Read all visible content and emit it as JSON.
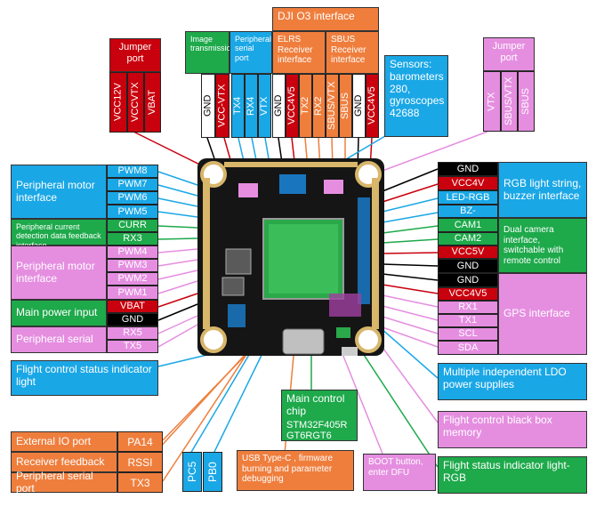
{
  "top": {
    "jumper_left": {
      "title": "Jumper port",
      "pins": [
        "VCC12V",
        "VCCVTX",
        "VBAT"
      ]
    },
    "image_tx": {
      "title": "Image transmission",
      "pins": [
        "GND",
        "VCC-VTX"
      ]
    },
    "periph_serial": {
      "title": "Peripheral serial port",
      "pins": [
        "TX4",
        "RX4",
        "VTX"
      ]
    },
    "o3": {
      "title": "DJI O3 interface"
    },
    "elrs": {
      "title": "ELRS Receiver interface",
      "pins": [
        "GND",
        "VCC4V5",
        "TX2",
        "RX2"
      ]
    },
    "sbus": {
      "title": "SBUS Receiver interface",
      "pins": [
        "SBUS/VTX",
        "SBUS",
        "GND",
        "VCC4V5"
      ]
    },
    "sensors": {
      "title": "Sensors: barometers 280, gyroscopes 42688"
    },
    "jumper_right": {
      "title": "Jumper port",
      "pins": [
        "VTX",
        "SBUS/VTX",
        "SBUS"
      ]
    }
  },
  "left": {
    "motor1": {
      "title": "Peripheral motor interface",
      "pins": [
        "PWM8",
        "PWM7",
        "PWM6",
        "PWM5"
      ]
    },
    "current": {
      "title": "Peripheral current detection data feedback interface",
      "pins": [
        "CURR",
        "RX3"
      ]
    },
    "motor2": {
      "title": "Peripheral motor interface",
      "pins": [
        "PWM4",
        "PWM3",
        "PWM2",
        "PWM1"
      ]
    },
    "power": {
      "title": "Main power input",
      "pins": [
        "VBAT",
        "GND"
      ]
    },
    "serial": {
      "title": "Peripheral serial",
      "pins": [
        "RX5",
        "TX5"
      ]
    },
    "status_led": {
      "title": "Flight control status indicator light"
    }
  },
  "right": {
    "rgb": {
      "title": "RGB light string, buzzer interface",
      "pins": [
        "GND",
        "VCC4V",
        "LED-RGB",
        "BZ-"
      ]
    },
    "camera": {
      "title": "Dual camera interface, switchable with remote control",
      "pins": [
        "CAM1",
        "CAM2",
        "VCC5V",
        "GND"
      ]
    },
    "gps": {
      "title": "GPS interface",
      "pins": [
        "GND",
        "VCC4V5",
        "RX1",
        "TX1",
        "SCL",
        "SDA"
      ]
    },
    "ldo": {
      "title": "Multiple independent LDO power supplies"
    },
    "blackbox": {
      "title": "Flight control black box memory"
    },
    "status_rgb": {
      "title": "Flight status indicator light-RGB"
    }
  },
  "bottom": {
    "ext_io": {
      "title": "External IO port",
      "pin": "PA14"
    },
    "rx_fb": {
      "title": "Receiver feedback",
      "pin": "RSSI"
    },
    "per_serial": {
      "title": "Peripheral serial port",
      "pin": "TX3"
    },
    "pc5": "PC5",
    "pb0": "PB0",
    "usb": {
      "title": "USB Type-C , firmware burning and parameter debugging"
    },
    "boot": {
      "title": "BOOT button, enter DFU"
    },
    "mcu": {
      "title": "Main control chip",
      "model": "STM32F405RGT6RGT6"
    }
  }
}
